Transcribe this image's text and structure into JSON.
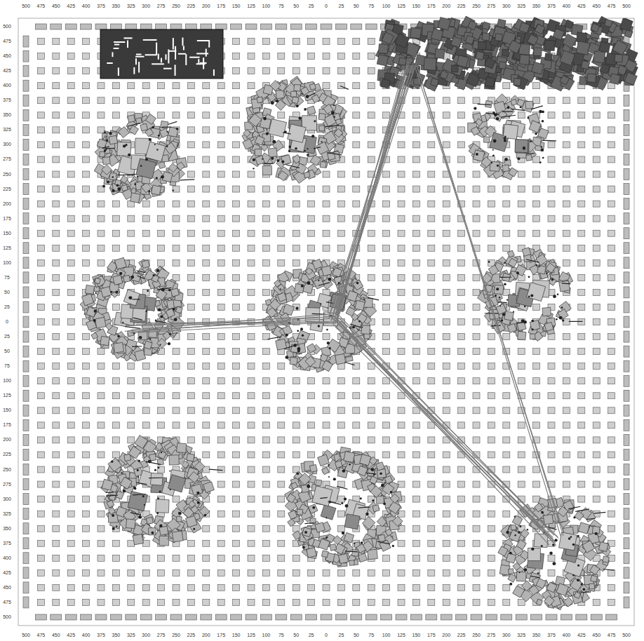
{
  "diagram": {
    "labels": [
      "500",
      "475",
      "450",
      "425",
      "400",
      "375",
      "350",
      "325",
      "300",
      "275",
      "250",
      "225",
      "200",
      "175",
      "150",
      "125",
      "100",
      "75",
      "50",
      "25",
      "0",
      "25",
      "50",
      "75",
      "100",
      "125",
      "150",
      "175",
      "200",
      "225",
      "250",
      "275",
      "300",
      "325",
      "350",
      "375",
      "400",
      "425",
      "450",
      "475",
      "500",
      "500",
      "475",
      "450",
      "425",
      "400",
      "375",
      "350",
      "325",
      "300",
      "275",
      "250",
      "225",
      "200",
      "175",
      "150",
      "125",
      "100",
      "75",
      "50",
      "25",
      "0",
      "25",
      "50",
      "75",
      "100",
      "125",
      "150",
      "175",
      "200",
      "225",
      "250",
      "275",
      "300",
      "325",
      "350",
      "375",
      "400",
      "425",
      "450",
      "475",
      "500",
      "500",
      "475",
      "450",
      "425",
      "400",
      "375",
      "350",
      "325",
      "300",
      "275",
      "250",
      "225",
      "200",
      "175",
      "150",
      "125",
      "100",
      "75",
      "50",
      "25",
      "0",
      "25",
      "50",
      "75",
      "100",
      "125",
      "150",
      "175",
      "200",
      "225",
      "250",
      "275",
      "300",
      "325",
      "350",
      "375",
      "400",
      "425",
      "450",
      "475",
      "500"
    ]
  }
}
